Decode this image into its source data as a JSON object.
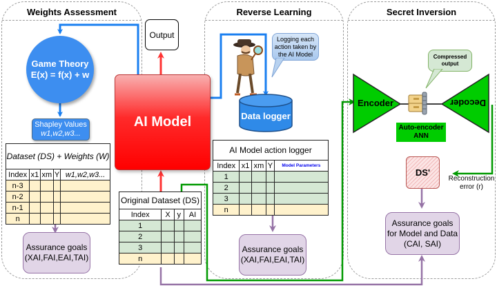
{
  "panels": {
    "weights": {
      "title": "Weights Assessment"
    },
    "reverse": {
      "title": "Reverse Learning"
    },
    "secret": {
      "title": "Secret Inversion"
    }
  },
  "game_theory": {
    "line1": "Game Theory",
    "line2": "E(x) = f(x) + w"
  },
  "shapley": {
    "line1": "Shapley Values",
    "line2": "w1,w2,w3..."
  },
  "weights_table": {
    "caption": "Dataset (DS) + Weights (W)",
    "headers": [
      "Index",
      "x1",
      "xm",
      "Y",
      "w1,w2,w3..."
    ],
    "rows": [
      "n-3",
      "n-2",
      "n-1",
      "n"
    ]
  },
  "output": {
    "label": "Output"
  },
  "ai_model": {
    "label": "AI Model"
  },
  "original_table": {
    "caption": "Original Dataset (DS)",
    "headers": [
      "Index",
      "X",
      "y",
      "AI"
    ],
    "rows": [
      "1",
      "2",
      "3",
      "n"
    ]
  },
  "logger_bubble": {
    "text": "Logging each action taken by the AI Model"
  },
  "data_logger": {
    "label": "Data logger"
  },
  "logger_table": {
    "caption": "AI Model action logger",
    "headers": [
      "Index",
      "x1",
      "xm",
      "Y",
      "Model Parameters"
    ],
    "rows": [
      "1",
      "2",
      "3",
      "n"
    ]
  },
  "assurance_left": {
    "line1": "Assurance goals",
    "line2": "(XAI,FAI,EAI,TAI)"
  },
  "assurance_mid": {
    "line1": "Assurance goals",
    "line2": "(XAI,FAI,EAI,TAI)"
  },
  "assurance_right": {
    "line1": "Assurance goals",
    "line2": "for Model and Data",
    "line3": "(CAI, SAI)"
  },
  "compressed_bubble": {
    "line1": "Compressed",
    "line2": "output"
  },
  "encoder": {
    "label": "Encoder"
  },
  "decoder": {
    "label": "Decoder"
  },
  "autoencoder": {
    "line1": "Auto-encoder",
    "line2": "ANN"
  },
  "ds_prime": {
    "label": "DS'"
  },
  "reconstruction": {
    "line1": "Reconstruction",
    "line2": "error (r)"
  },
  "colors": {
    "blue_flow": "#1a7ff0",
    "red_flow": "#ff3333",
    "green_flow": "#009900",
    "purple_flow": "#9673a6",
    "model_params_text": "#0000ee"
  }
}
